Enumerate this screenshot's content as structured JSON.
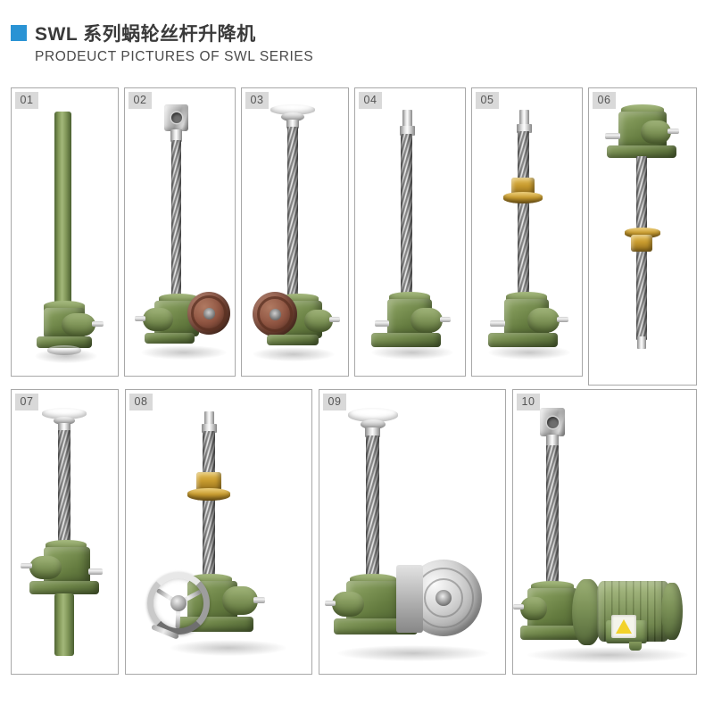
{
  "header": {
    "marker_color": "#2a93d4",
    "title_cn": "SWL 系列蜗轮丝杆升降机",
    "title_en": "PRODEUCT PICTURES OF SWL SERIES"
  },
  "panels": [
    {
      "id": "01",
      "badge": "01",
      "caption": "screw jack with green protective tube and base flange"
    },
    {
      "id": "02",
      "badge": "02",
      "caption": "screw jack with clevis eye top end and red motor flange"
    },
    {
      "id": "03",
      "badge": "03",
      "caption": "screw jack with flat top plate and red motor flange"
    },
    {
      "id": "04",
      "badge": "04",
      "caption": "screw jack with plain threaded end and base plate"
    },
    {
      "id": "05",
      "badge": "05",
      "caption": "screw jack with brass travelling nut"
    },
    {
      "id": "06",
      "badge": "06",
      "caption": "inverted screw jack, gearbox on top, brass nut on screw"
    },
    {
      "id": "07",
      "badge": "07",
      "caption": "screw jack with top plate and lower green protective tube"
    },
    {
      "id": "08",
      "badge": "08",
      "caption": "screw jack with brass nut and spoked hand wheel"
    },
    {
      "id": "09",
      "badge": "09",
      "caption": "screw jack with top plate and aluminium motor adapter flange"
    },
    {
      "id": "10",
      "badge": "10",
      "caption": "screw jack with clevis top and electric motor drive"
    }
  ],
  "colors": {
    "accent_blue": "#2a93d4",
    "housing_green": "#7d9455",
    "brass": "#c79a2e",
    "steel": "#c8c8c8",
    "red_flange": "#8e5340",
    "warning_yellow": "#f2d22a",
    "panel_border": "#a8a8a8",
    "badge_bg": "#d9d9d9"
  }
}
